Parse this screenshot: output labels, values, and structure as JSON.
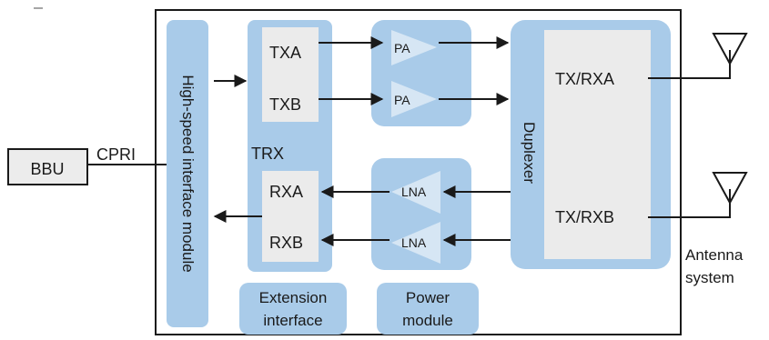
{
  "labels": {
    "bbu": "BBU",
    "cpri": "CPRI",
    "high_speed_module": "High-speed interface module",
    "trx": "TRX",
    "txa": "TXA",
    "txb": "TXB",
    "rxa": "RXA",
    "rxb": "RXB",
    "pa_top": "PA",
    "pa_bottom": "PA",
    "lna_top": "LNA",
    "lna_bottom": "LNA",
    "duplexer": "Duplexer",
    "tx_rxa": "TX/RXA",
    "tx_rxb": "TX/RXB",
    "extension_line1": "Extension",
    "extension_line2": "interface",
    "power_line1": "Power",
    "power_line2": "module",
    "antenna_line1": "Antenna",
    "antenna_line2": "system"
  },
  "colors": {
    "module_blue": "#a9cbe9",
    "block_grey": "#ebebeb",
    "line": "#1a1a1a"
  }
}
